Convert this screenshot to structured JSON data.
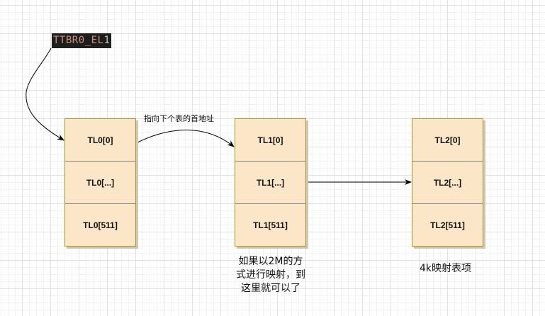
{
  "register": {
    "name_main": "TTBR0_EL",
    "name_suffix": "1"
  },
  "tables": [
    {
      "id": "tl0",
      "entries": [
        "TL0[0]",
        "TL0[...]",
        "TL0[511]"
      ]
    },
    {
      "id": "tl1",
      "entries": [
        "TL1[0]",
        "TL1[...]",
        "TL1[511]"
      ]
    },
    {
      "id": "tl2",
      "entries": [
        "TL2[0]",
        "TL2[...]",
        "TL2[511]"
      ]
    }
  ],
  "labels": {
    "pointer_note": "指向下个表的首地址",
    "block_2m_note": [
      "如果以2M的方",
      "式进行映射，到",
      "这里就可以了"
    ],
    "page_4k_note": "4k映射表项"
  },
  "colors": {
    "table_fill": "#fbe7c8",
    "table_border": "#b8960c",
    "register_bg": "#1e1e1e"
  }
}
